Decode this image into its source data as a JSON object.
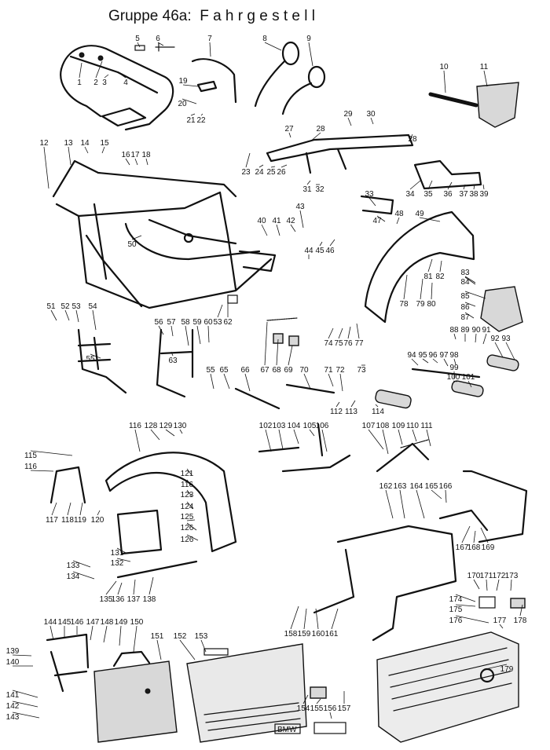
{
  "title": "Gruppe 46a:  F a h r g e s t e l l",
  "part_numbers": [
    "1",
    "2",
    "3",
    "4",
    "5",
    "6",
    "7",
    "8",
    "9",
    "10",
    "11",
    "12",
    "13",
    "14",
    "15",
    "16",
    "17",
    "18",
    "19",
    "20",
    "21",
    "22",
    "23",
    "24",
    "25",
    "26",
    "27",
    "28",
    "28",
    "29",
    "30",
    "31",
    "32",
    "33",
    "34",
    "35",
    "36",
    "37",
    "38",
    "39",
    "40",
    "41",
    "42",
    "43",
    "44",
    "45",
    "46",
    "47",
    "48",
    "49",
    "50",
    "51",
    "52",
    "53",
    "54",
    "55",
    "56",
    "57",
    "58",
    "59",
    "60",
    "53",
    "62",
    "55",
    "63",
    "65",
    "66",
    "67",
    "68",
    "69",
    "70",
    "71",
    "72",
    "73",
    "74",
    "75",
    "76",
    "77",
    "78",
    "79",
    "80",
    "81",
    "82",
    "83",
    "84",
    "85",
    "86",
    "87",
    "88",
    "89",
    "90",
    "91",
    "92",
    "93",
    "94",
    "95",
    "96",
    "97",
    "98",
    "99",
    "100",
    "101",
    "102",
    "103",
    "104",
    "105",
    "106",
    "107",
    "108",
    "109",
    "110",
    "111",
    "112",
    "113",
    "114",
    "115",
    "116",
    "117",
    "118",
    "119",
    "120",
    "121",
    "116",
    "123",
    "124",
    "125",
    "126",
    "126",
    "116",
    "128",
    "129",
    "130",
    "131",
    "132",
    "133",
    "134",
    "135",
    "136",
    "137",
    "138",
    "139",
    "140",
    "141",
    "142",
    "143",
    "144",
    "145",
    "146",
    "147",
    "148",
    "149",
    "150",
    "151",
    "152",
    "153",
    "154",
    "155",
    "156",
    "157",
    "158",
    "159",
    "160",
    "161",
    "162",
    "163",
    "164",
    "165",
    "166",
    "167",
    "168",
    "169",
    "170",
    "171",
    "172",
    "173",
    "174",
    "175",
    "176",
    "177",
    "178",
    "179"
  ],
  "badges": {
    "bmw": "BMW"
  },
  "icons": [
    "frame-drawing",
    "mirror-icon",
    "saddlebag-icon",
    "fender-icon",
    "footpeg-icon"
  ]
}
